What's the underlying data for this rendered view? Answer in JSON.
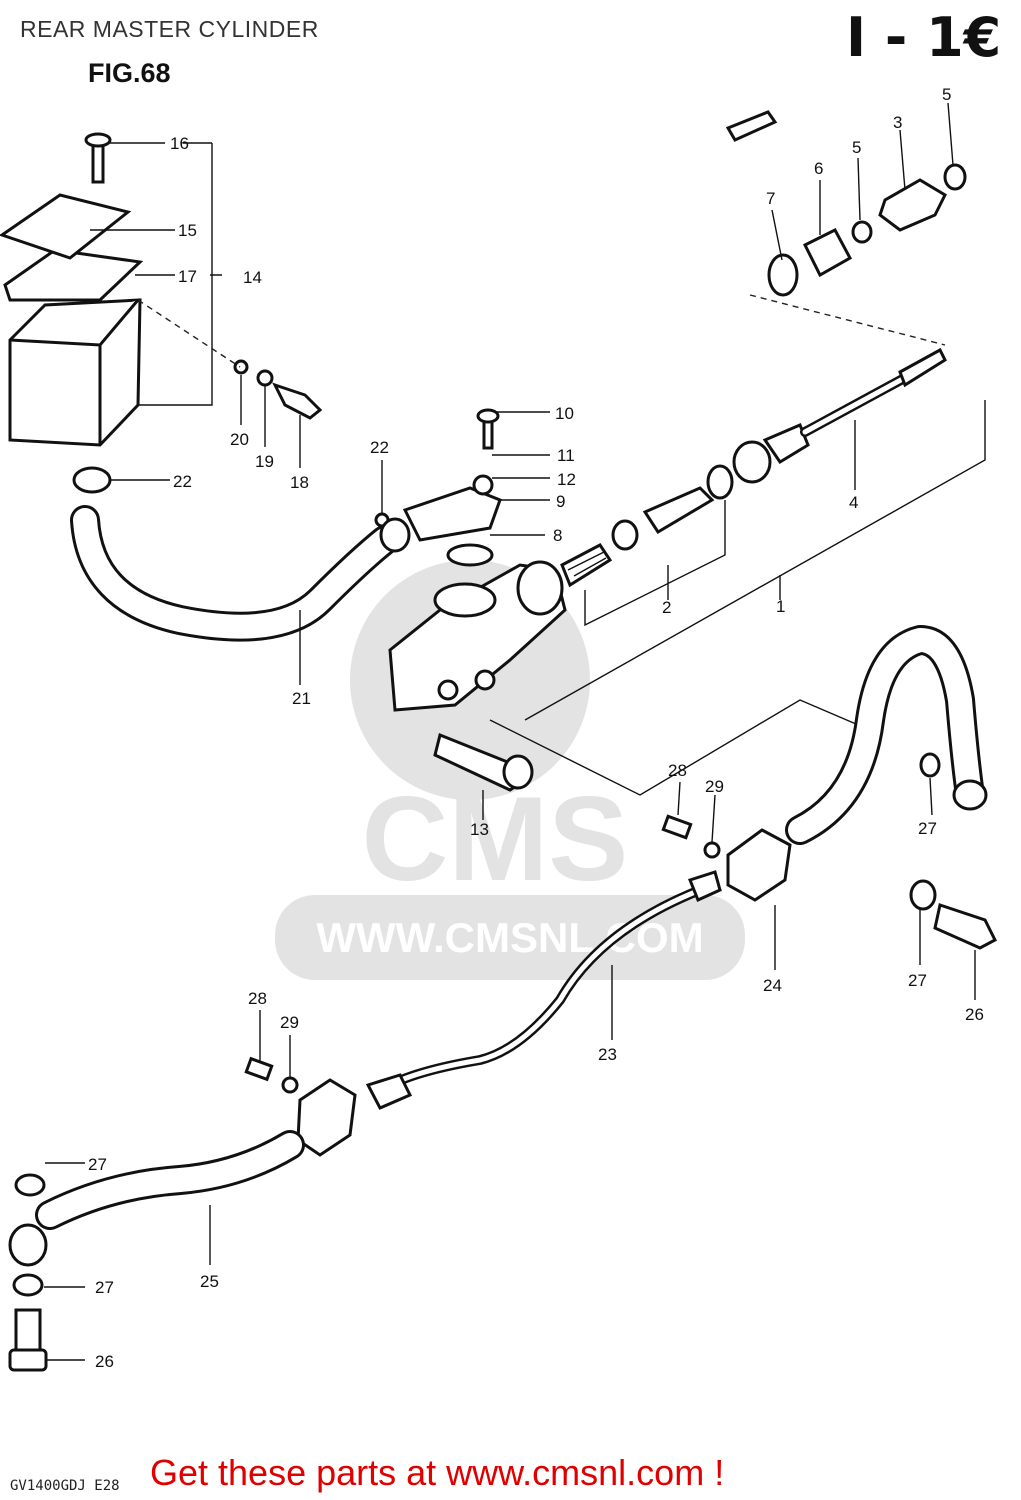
{
  "header": {
    "title": "REAR MASTER CYLINDER",
    "figure": "FIG.68",
    "page_code": "I - 1€"
  },
  "footer": {
    "model_code": "GV1400GDJ E28",
    "cta": "Get these parts at www.cmsnl.com !"
  },
  "watermark": {
    "brand": "CMS",
    "url": "WWW.CMSNL.COM"
  },
  "callouts": [
    "1",
    "2",
    "3",
    "4",
    "5",
    "5",
    "6",
    "7",
    "8",
    "9",
    "10",
    "11",
    "12",
    "13",
    "14",
    "15",
    "16",
    "17",
    "18",
    "19",
    "20",
    "21",
    "22",
    "22",
    "23",
    "24",
    "25",
    "26",
    "26",
    "27",
    "27",
    "27",
    "27",
    "28",
    "28",
    "29",
    "29"
  ]
}
